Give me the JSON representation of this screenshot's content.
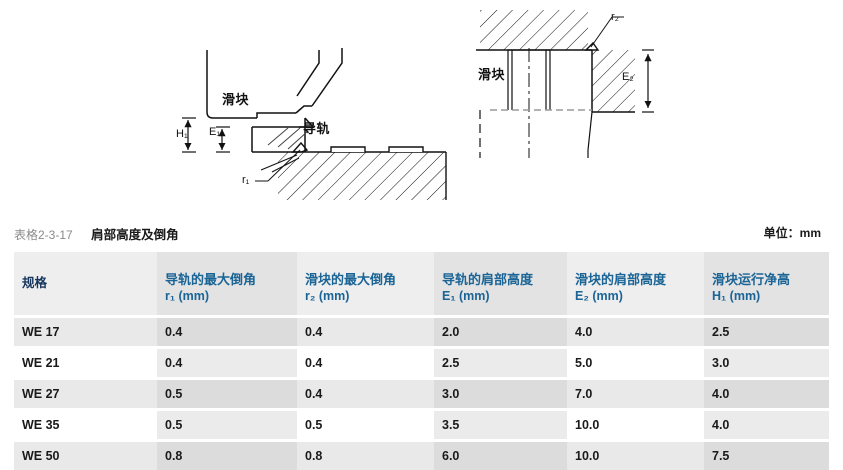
{
  "figures": {
    "left": {
      "name": "shoulder-height-cross-section",
      "labels": {
        "slider": "滑块",
        "rail": "导轨"
      },
      "dimensions": {
        "h1": "H₁",
        "e1": "E₁",
        "r1": "r₁"
      }
    },
    "right": {
      "name": "slider-mounting-section",
      "labels": {
        "slider": "滑块"
      },
      "dimensions": {
        "r2": "r₂",
        "e2": "E₂"
      }
    }
  },
  "caption": {
    "number": "表格2-3-17",
    "title": "肩部高度及倒角",
    "unit": "单位：mm"
  },
  "table": {
    "headers": [
      {
        "line1": "",
        "line2": "规格"
      },
      {
        "line1": "导轨的最大倒角",
        "line2": "r₁ (mm)"
      },
      {
        "line1": "滑块的最大倒角",
        "line2": "r₂ (mm)"
      },
      {
        "line1": "导轨的肩部高度",
        "line2": "E₁ (mm)"
      },
      {
        "line1": "滑块的肩部高度",
        "line2": "E₂ (mm)"
      },
      {
        "line1": "滑块运行净高",
        "line2": "H₁ (mm)"
      }
    ],
    "rows": [
      [
        "WE 17",
        "0.4",
        "0.4",
        "2.0",
        "4.0",
        "2.5"
      ],
      [
        "WE 21",
        "0.4",
        "0.4",
        "2.5",
        "5.0",
        "3.0"
      ],
      [
        "WE 27",
        "0.5",
        "0.4",
        "3.0",
        "7.0",
        "4.0"
      ],
      [
        "WE 35",
        "0.5",
        "0.5",
        "3.5",
        "10.0",
        "4.0"
      ],
      [
        "WE 50",
        "0.8",
        "0.8",
        "6.0",
        "10.0",
        "7.5"
      ]
    ]
  },
  "colors": {
    "header_text": "#1a6496",
    "header_first": "#17365d",
    "header_bg": "#eeeeee",
    "row_odd": "#e9e9e9",
    "col_shade": "#dcdcdc",
    "caption_number": "#8a8a8a"
  }
}
